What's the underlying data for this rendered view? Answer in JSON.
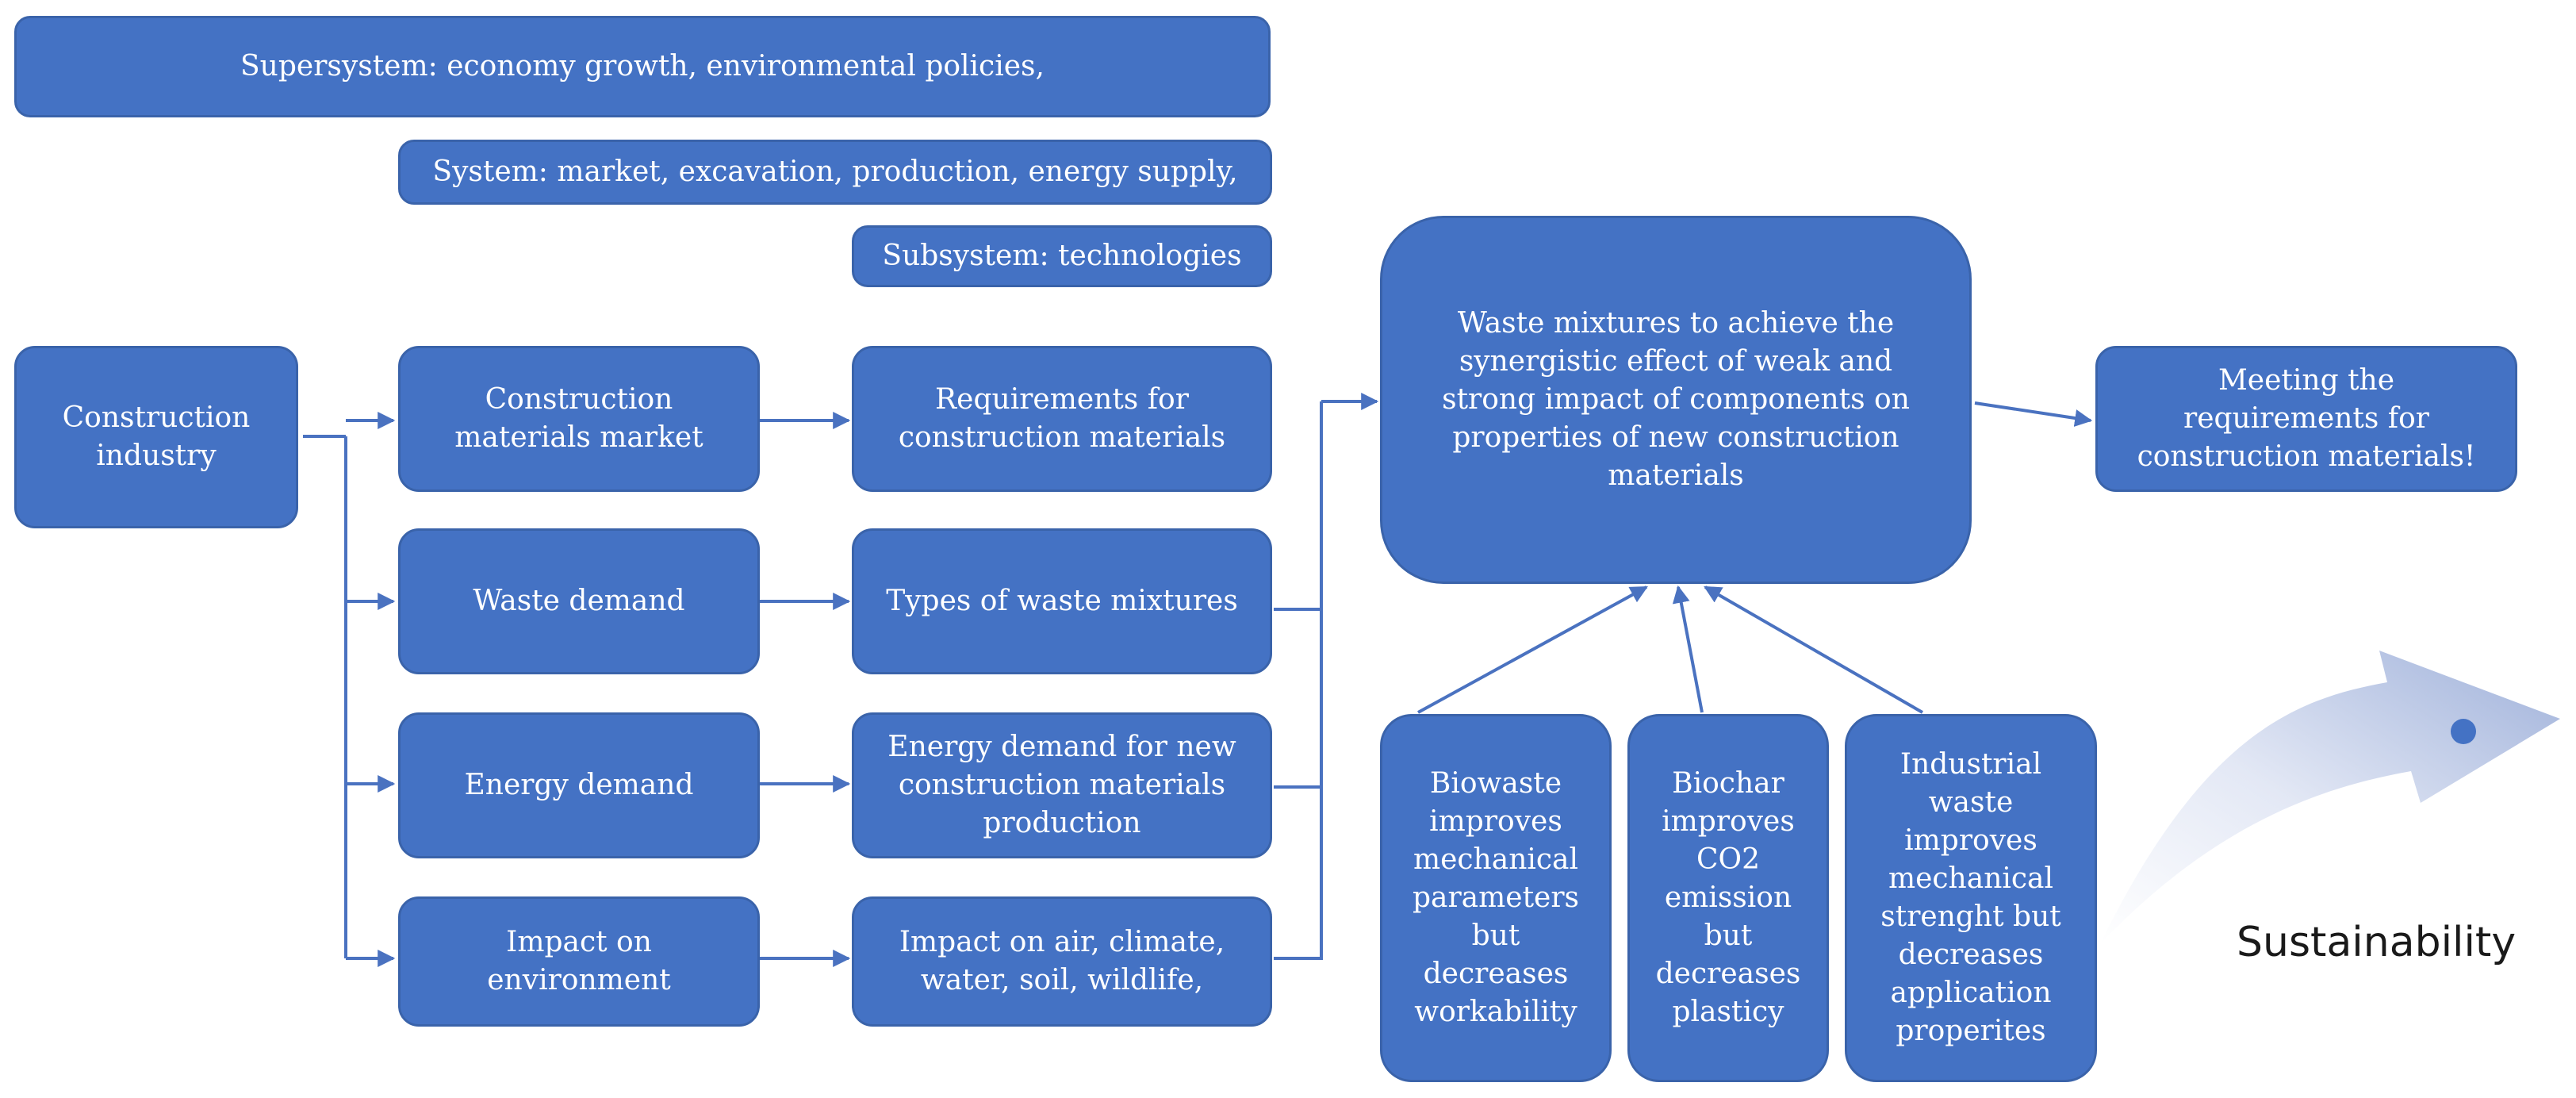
{
  "bands": {
    "supersystem": "Supersystem: economy growth, environmental policies,",
    "system": "System: market, excavation, production, energy supply,",
    "subsystem": "Subsystem: technologies"
  },
  "nodes": {
    "industry": "Construction\nindustry",
    "market": "Construction\nmaterials market",
    "waste_demand": "Waste demand",
    "energy_demand": "Energy demand",
    "impact_env": "Impact on\nenvironment",
    "requirements": "Requirements for\nconstruction materials",
    "waste_types": "Types of waste mixtures",
    "energy_production": "Energy demand for new\nconstruction materials\nproduction",
    "impact_air": "Impact on air, climate,\nwater, soil, wildlife,",
    "mixtures": "Waste mixtures to achieve the\nsynergistic effect of weak and\nstrong impact of components on\nproperties of new construction\nmaterials",
    "meeting": "Meeting the\nrequirements for\nconstruction materials!",
    "biowaste": "Biowaste\nimproves\nmechanical\nparameters\nbut\ndecreases\nworkability",
    "biochar": "Biochar\nimproves\nCO2\nemission\nbut\ndecreases\nplasticy",
    "industrial": "Industrial\nwaste\nimproves\nmechanical\nstrenght but\ndecreases\napplication\nproperites"
  },
  "sustainability": "Sustainability",
  "colors": {
    "box_fill": "#4472c4",
    "box_border": "#3a63aa",
    "connector": "#4a72c0",
    "text": "#ffffff",
    "arrow_light": "#eef1f9",
    "arrow_dark": "#97a9d4",
    "dot": "#4472c4"
  }
}
